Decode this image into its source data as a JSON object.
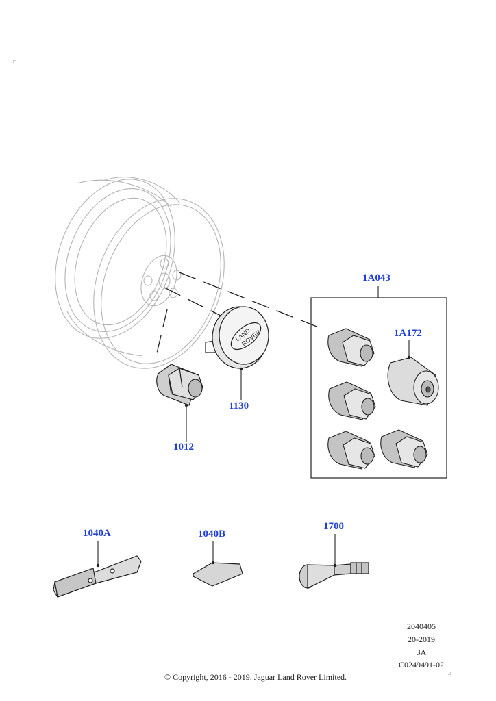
{
  "parts": {
    "wheel_lock_kit": "1A043",
    "locking_key": "1A172",
    "centre_cap": "1130",
    "wheel_nut": "1012",
    "clip_weight": "1040A",
    "stick_weight": "1040B",
    "valve_stem": "1700"
  },
  "logo": {
    "line1": "LAND",
    "line2": "ROVER"
  },
  "meta": {
    "ref": "2040405",
    "date": "20-2019",
    "rev": "3A",
    "image_code": "C0249491-02"
  },
  "copyright": "© Copyright, 2016 - 2019. Jaguar Land Rover Limited.",
  "colors": {
    "callout": "#1f3fd6",
    "line": "#222222",
    "wheel": "#aaaaaa"
  }
}
